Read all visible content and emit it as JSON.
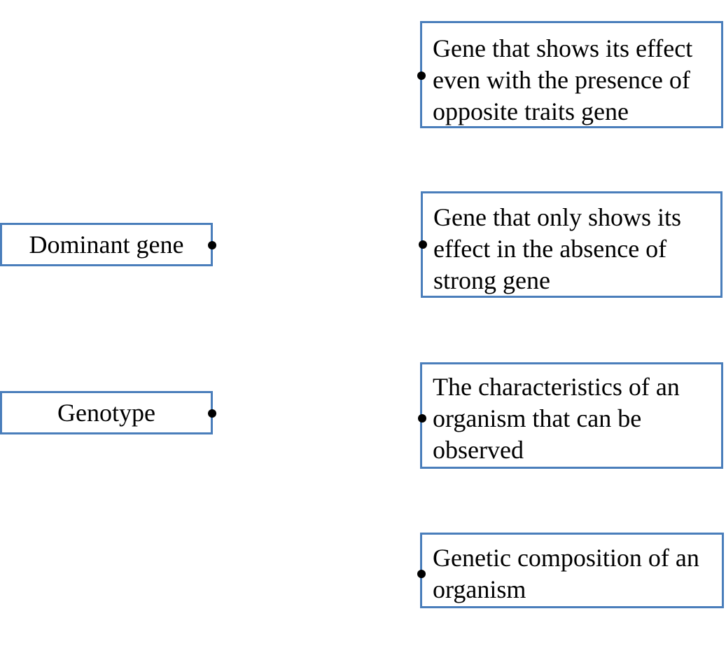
{
  "left_items": [
    {
      "label": "Dominant gene"
    },
    {
      "label": "Genotype"
    }
  ],
  "right_items": [
    {
      "line1": "Gene that shows its effect",
      "line2": "even with the presence of",
      "line3": "opposite traits gene"
    },
    {
      "line1": "Gene that only shows its",
      "line2": "effect in the absence of",
      "line3": "strong gene"
    },
    {
      "line1": "The characteristics of an",
      "line2": "organism that can be",
      "line3": "observed"
    },
    {
      "line1": "Genetic composition of an",
      "line2": "organism"
    }
  ],
  "colors": {
    "box_border": "#4a7ebb",
    "text": "#000000",
    "connector_dot": "#000000"
  }
}
